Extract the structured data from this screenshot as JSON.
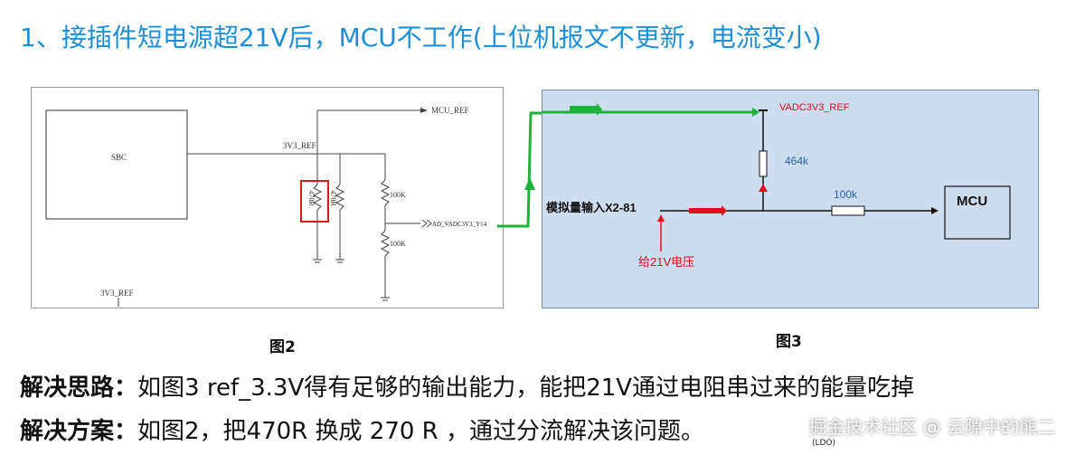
{
  "title": "1、接插件短电源超21V后，MCU不工作(上位机报文不更新，电流变小)",
  "fig2": {
    "caption": "图2",
    "sbc_label": "SBC",
    "mcu_ref_label": "MCU_REF",
    "net_3v3_ref_top": "3V3_REF",
    "net_3v3_ref_bottom": "3V3_REF",
    "resistor_470r_a": "470R",
    "resistor_470r_b": "470R",
    "resistor_100k_top": "100K",
    "resistor_100k_bottom": "100K",
    "adc_net_label": "AD_VADC3V3_Y14"
  },
  "fig3": {
    "caption": "图3",
    "vadc_ref_label": "VADC3V3_REF",
    "resistor_464k": "464k",
    "resistor_100k": "100k",
    "mcu_label": "MCU",
    "analog_input_label": "模拟量输入X2-81",
    "apply_voltage_label": "给21V电压"
  },
  "solution_idea": {
    "heading": "解决思路：",
    "text": "如图3 ref_3.3V得有足够的输出能力，能把21V通过电阻串过来的能量吃掉"
  },
  "solution_plan": {
    "heading": "解决方案：",
    "text": "如图2，把470R 换成 270 R ，通过分流解决该问题。"
  },
  "ldo_note": "(LDO)",
  "watermark": "掘金技术社区 @ 云隙中的熊二",
  "colors": {
    "title": "#1e8fd6",
    "green_wire": "#1db33a",
    "red_marker": "#e0101a",
    "fig3_bg": "#cdddf0"
  }
}
